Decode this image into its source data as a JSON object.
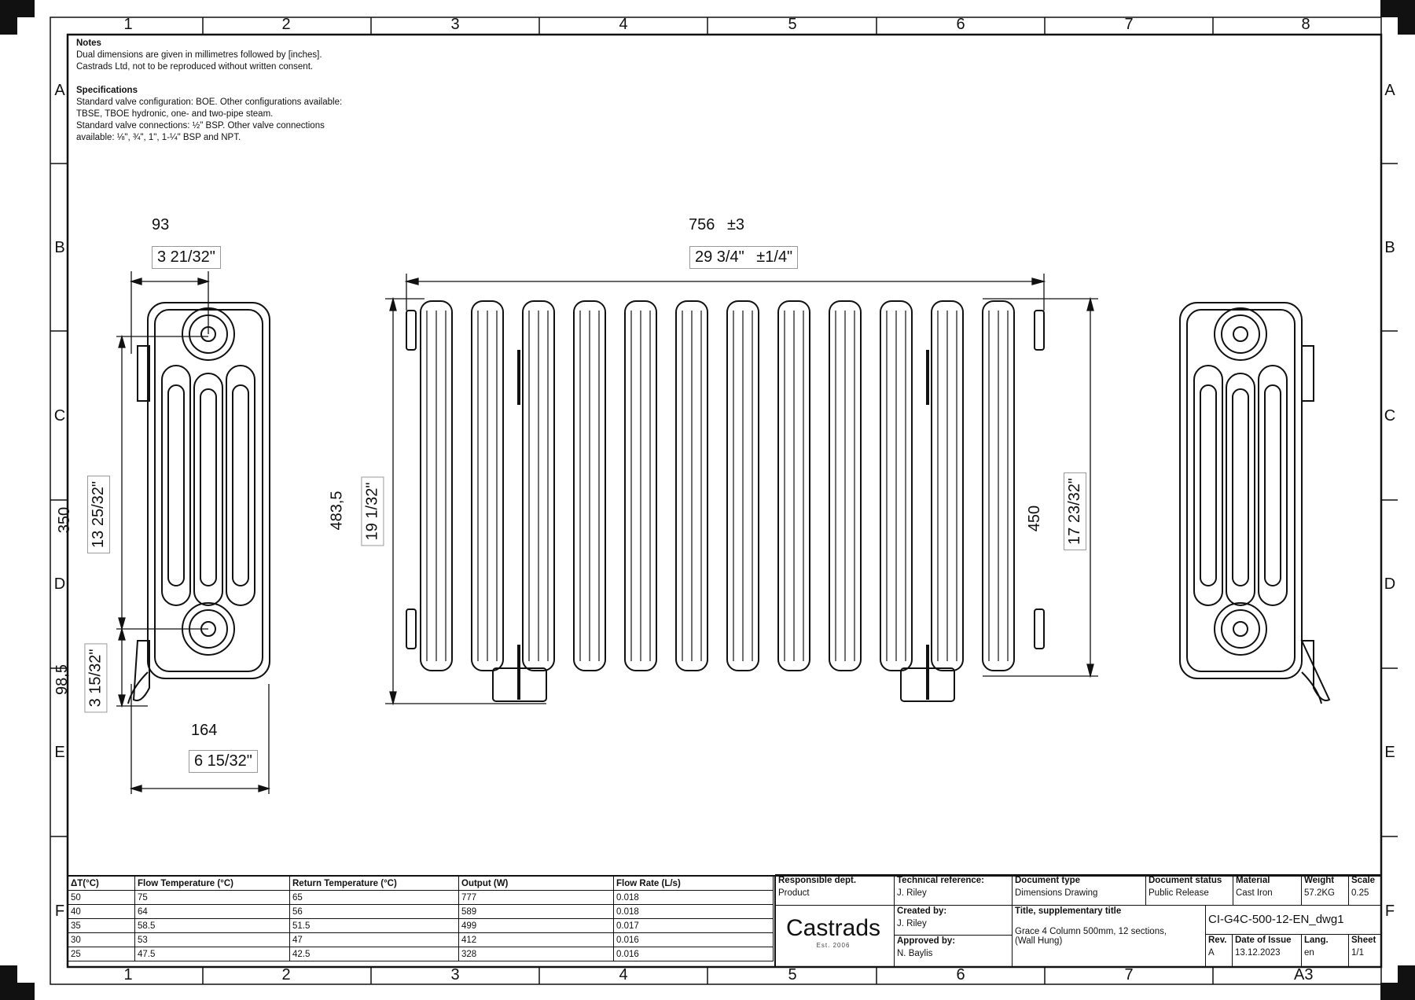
{
  "zones": {
    "columns": [
      "1",
      "2",
      "3",
      "4",
      "5",
      "6",
      "7",
      "8"
    ],
    "rows": [
      "A",
      "B",
      "C",
      "D",
      "E",
      "F"
    ]
  },
  "notes": {
    "heading": "Notes",
    "lines": [
      "Dual dimensions are given in millimetres followed by [inches].",
      "Castrads Ltd, not to be reproduced without written consent."
    ],
    "spec_heading": "Specifications",
    "spec_lines": [
      "Standard valve configuration: BOE. Other configurations available:",
      "TBSE, TBOE hydronic, one- and two-pipe steam.",
      "Standard valve connections: ½\" BSP. Other valve connections",
      "available: ⅛\", ¾\", 1\", 1-¼\" BSP and NPT."
    ]
  },
  "dimensions": {
    "depth_top_mm": "93",
    "depth_top_in": "3 21/32\"",
    "width_mm": "756",
    "width_tol_mm": "±3",
    "width_in": "29 3/4\"",
    "width_tol_in": "±1/4\"",
    "centres_mm": "350",
    "centres_in": "13 25/32\"",
    "floor_mm": "98,5",
    "floor_in": "3 15/32\"",
    "depth_mm": "164",
    "depth_in": "6 15/32\"",
    "height_mm": "483,5",
    "height_in": "19 1/32\"",
    "body_mm": "450",
    "body_in": "17 23/32\""
  },
  "performance_table": {
    "headers": [
      "ΔT(°C)",
      "Flow Temperature (°C)",
      "Return Temperature (°C)",
      "Output (W)",
      "Flow Rate (L/s)"
    ],
    "rows": [
      [
        "50",
        "75",
        "65",
        "777",
        "0.018"
      ],
      [
        "40",
        "64",
        "56",
        "589",
        "0.018"
      ],
      [
        "35",
        "58.5",
        "51.5",
        "499",
        "0.017"
      ],
      [
        "30",
        "53",
        "47",
        "412",
        "0.016"
      ],
      [
        "25",
        "47.5",
        "42.5",
        "328",
        "0.016"
      ]
    ]
  },
  "title_block": {
    "responsible_dept_label": "Responsible dept.",
    "responsible_dept": "Product",
    "tech_ref_label": "Technical reference:",
    "tech_ref": "J. Riley",
    "doc_type_label": "Document type",
    "doc_type": "Dimensions Drawing",
    "doc_status_label": "Document status",
    "doc_status": "Public Release",
    "material_label": "Material",
    "material": "Cast Iron",
    "weight_label": "Weight",
    "weight": "57.2KG",
    "scale_label": "Scale",
    "scale": "0.25",
    "created_label": "Created by:",
    "created": "J. Riley",
    "title_label": "Title, supplementary title",
    "title": "Grace 4 Column 500mm, 12 sections, (Wall Hung)",
    "doc_number": "CI-G4C-500-12-EN_dwg1",
    "approved_label": "Approved by:",
    "approved": "N. Baylis",
    "rev_label": "Rev.",
    "rev": "A",
    "date_label": "Date of Issue",
    "date": "13.12.2023",
    "lang_label": "Lang.",
    "lang": "en",
    "sheet_label": "Sheet",
    "sheet": "1/1",
    "sheet_size": "A3",
    "logo": "Castrads",
    "logo_est": "Est. 2006"
  }
}
